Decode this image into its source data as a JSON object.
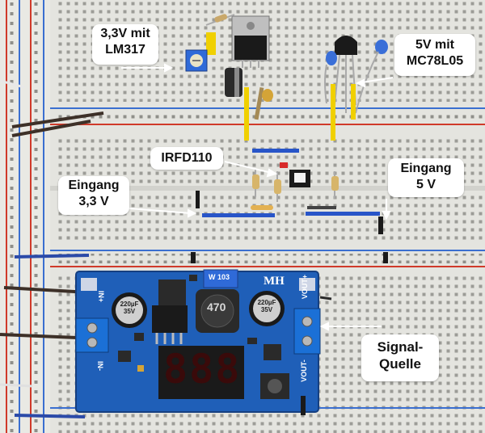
{
  "callouts": {
    "lm317": {
      "line1": "3,3V mit",
      "line2": "LM317"
    },
    "mc78l05": {
      "line1": "5V mit",
      "line2": "MC78L05"
    },
    "irfd110": {
      "line1": "IRFD110"
    },
    "eingang33": {
      "line1": "Eingang",
      "line2": "3,3 V"
    },
    "eingang5": {
      "line1": "Eingang",
      "line2": "5 V"
    },
    "signal": {
      "line1": "Signal-",
      "line2": "Quelle"
    }
  },
  "module": {
    "brand": "MH",
    "display": "888",
    "inductor": "470",
    "pin_in_plus": "IN+",
    "pin_in_minus": "IN-",
    "pin_out_plus": "VOUT+",
    "pin_out_minus": "VOUT-",
    "cap_left": "220µF 35V",
    "cap_right": "220µF 35V",
    "pot": "W 103"
  },
  "colors": {
    "board": "#e6e6e1",
    "pcb_blue": "#1f5fb8",
    "jumper_yellow": "#f0d000",
    "jumper_blue": "#2855c8",
    "rail_red": "#d03a2a",
    "rail_blue": "#3a6fd0"
  },
  "icons": [
    "arrow-icon"
  ]
}
